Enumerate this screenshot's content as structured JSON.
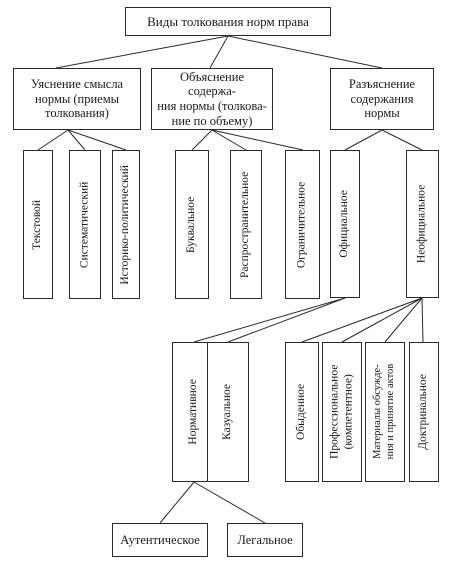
{
  "root": {
    "label": "Виды толкования норм права"
  },
  "level1": [
    {
      "label_lines": [
        "Уяснение смысла",
        "нормы (приемы",
        "толкования)"
      ]
    },
    {
      "label_lines": [
        "Объяснение содержа-",
        "ния нормы (толкова-",
        "ние по объему)"
      ]
    },
    {
      "label_lines": [
        "Разъяснение",
        "содержания",
        "нормы"
      ]
    }
  ],
  "level2": {
    "priemy": [
      "Текстовой",
      "Систематический",
      "Историко-политический"
    ],
    "obyem": [
      "Буквальное",
      "Распространительное",
      "Ограничительное"
    ],
    "razyasnenie": [
      "Официальное",
      "Неофициальное"
    ]
  },
  "level3": {
    "oficialnoe": [
      "Нормативное",
      "Казуальное"
    ],
    "neoficialnoe": [
      {
        "lines": [
          "Обыденное"
        ]
      },
      {
        "lines": [
          "Профессиональное",
          "(компетентное)"
        ]
      },
      {
        "lines": [
          "Материалы обсужде-",
          "ния и принятие актов"
        ]
      },
      {
        "lines": [
          "Доктринальное"
        ]
      }
    ]
  },
  "level4": {
    "normativnoe": [
      "Аутентическое",
      "Легальное"
    ]
  }
}
